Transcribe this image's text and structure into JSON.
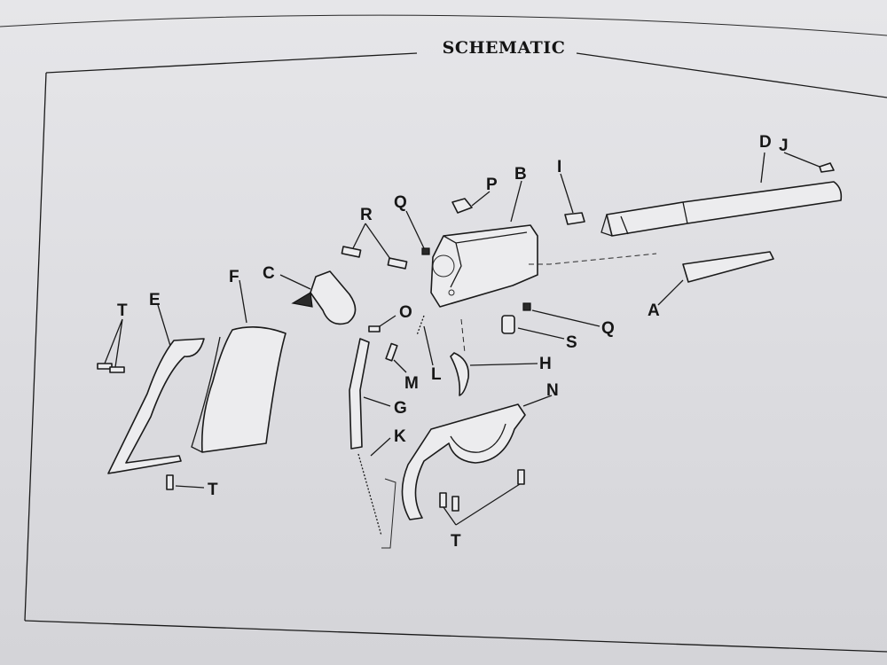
{
  "title": "SCHEMATIC",
  "parts": {
    "A": "A",
    "B": "B",
    "C": "C",
    "D": "D",
    "E": "E",
    "F": "F",
    "G": "G",
    "H": "H",
    "I": "I",
    "J": "J",
    "K": "K",
    "L": "L",
    "M": "M",
    "N": "N",
    "O": "O",
    "P": "P",
    "Q": "Q",
    "R": "R",
    "S": "S",
    "T": "T"
  },
  "colors": {
    "paper": "#e4e4e7",
    "ink": "#161616"
  }
}
